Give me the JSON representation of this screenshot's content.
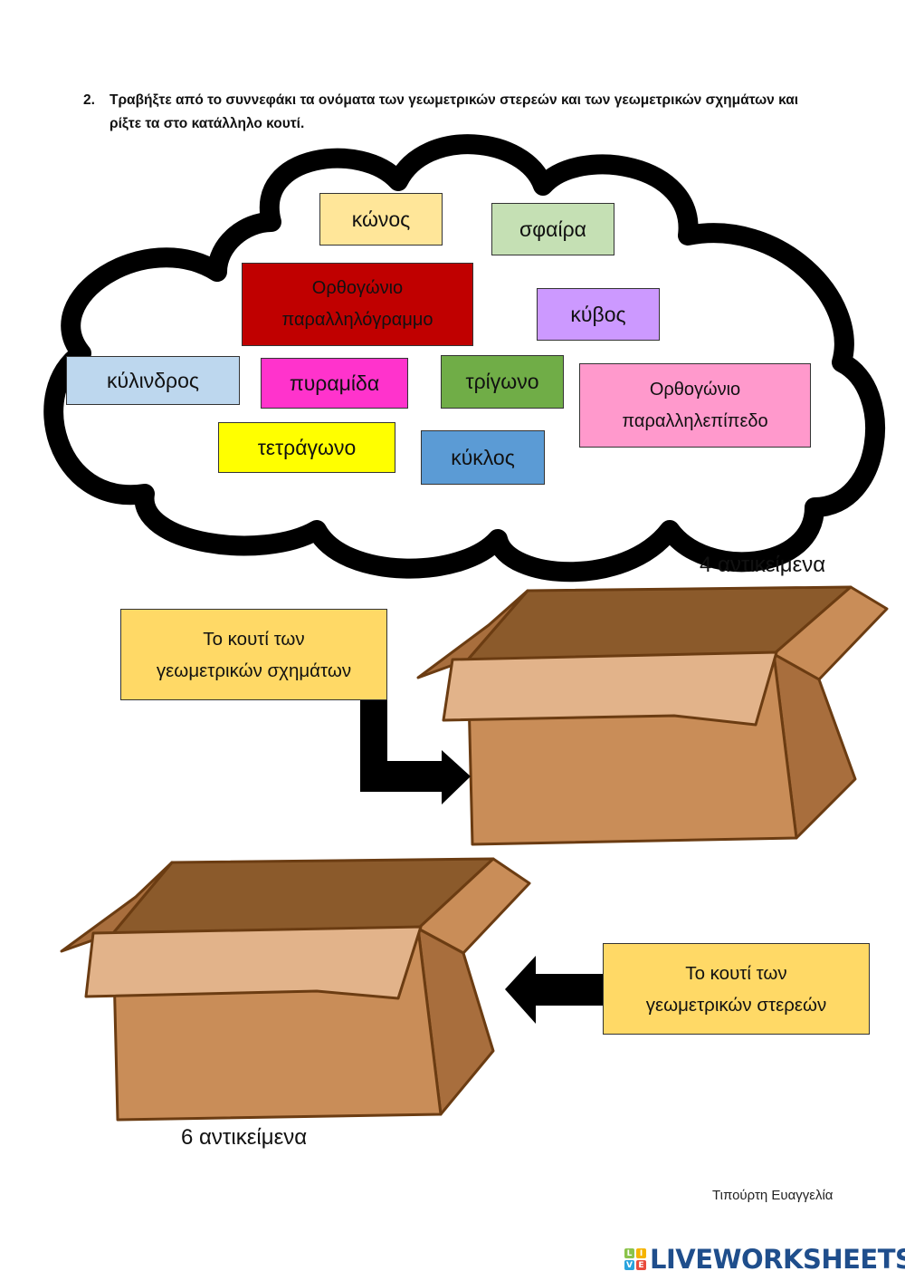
{
  "instruction": {
    "number": "2.",
    "text": "Τραβήξτε από το συννεφάκι τα ονόματα των γεωμετρικών στερεών και των γεωμετρικών σχημάτων και ρίξτε τα στο κατάλληλο κουτί."
  },
  "cloud": {
    "chips": [
      {
        "id": "konos",
        "label": "κώνος",
        "color": "#ffe699"
      },
      {
        "id": "sfaira",
        "label": "σφαίρα",
        "color": "#c5e0b4"
      },
      {
        "id": "orthogonio-parallilogrammo",
        "label": "Ορθογώνιο\nπαραλληλόγραμμο",
        "color": "#c00000"
      },
      {
        "id": "kyvos",
        "label": "κύβος",
        "color": "#cc99ff"
      },
      {
        "id": "kylindros",
        "label": "κύλινδρος",
        "color": "#bdd7ee"
      },
      {
        "id": "pyramida",
        "label": "πυραμίδα",
        "color": "#ff33cc"
      },
      {
        "id": "trigono",
        "label": "τρίγωνο",
        "color": "#70ad47"
      },
      {
        "id": "orthogonio-parallilepipedo",
        "label": "Ορθογώνιο\nπαραλληλεπίπεδο",
        "color": "#ff99cc"
      },
      {
        "id": "tetragono",
        "label": "τετράγωνο",
        "color": "#ffff00"
      },
      {
        "id": "kyklos",
        "label": "κύκλος",
        "color": "#5b9bd5"
      }
    ]
  },
  "boxes": {
    "shapes": {
      "label": "Το κουτί των\nγεωμετρικών σχημάτων",
      "count_label": "4 αντικείμενα"
    },
    "solids": {
      "label": "Το κουτί των\nγεωμετρικών στερεών",
      "count_label": "6 αντικείμενα"
    }
  },
  "footer": {
    "author": "Τιπούρτη Ευαγγελία",
    "brand": "LIVEWORKSHEETS",
    "brand_icon_letters": [
      "L",
      "I",
      "V",
      "E"
    ],
    "brand_color": "#1f4e8c"
  }
}
